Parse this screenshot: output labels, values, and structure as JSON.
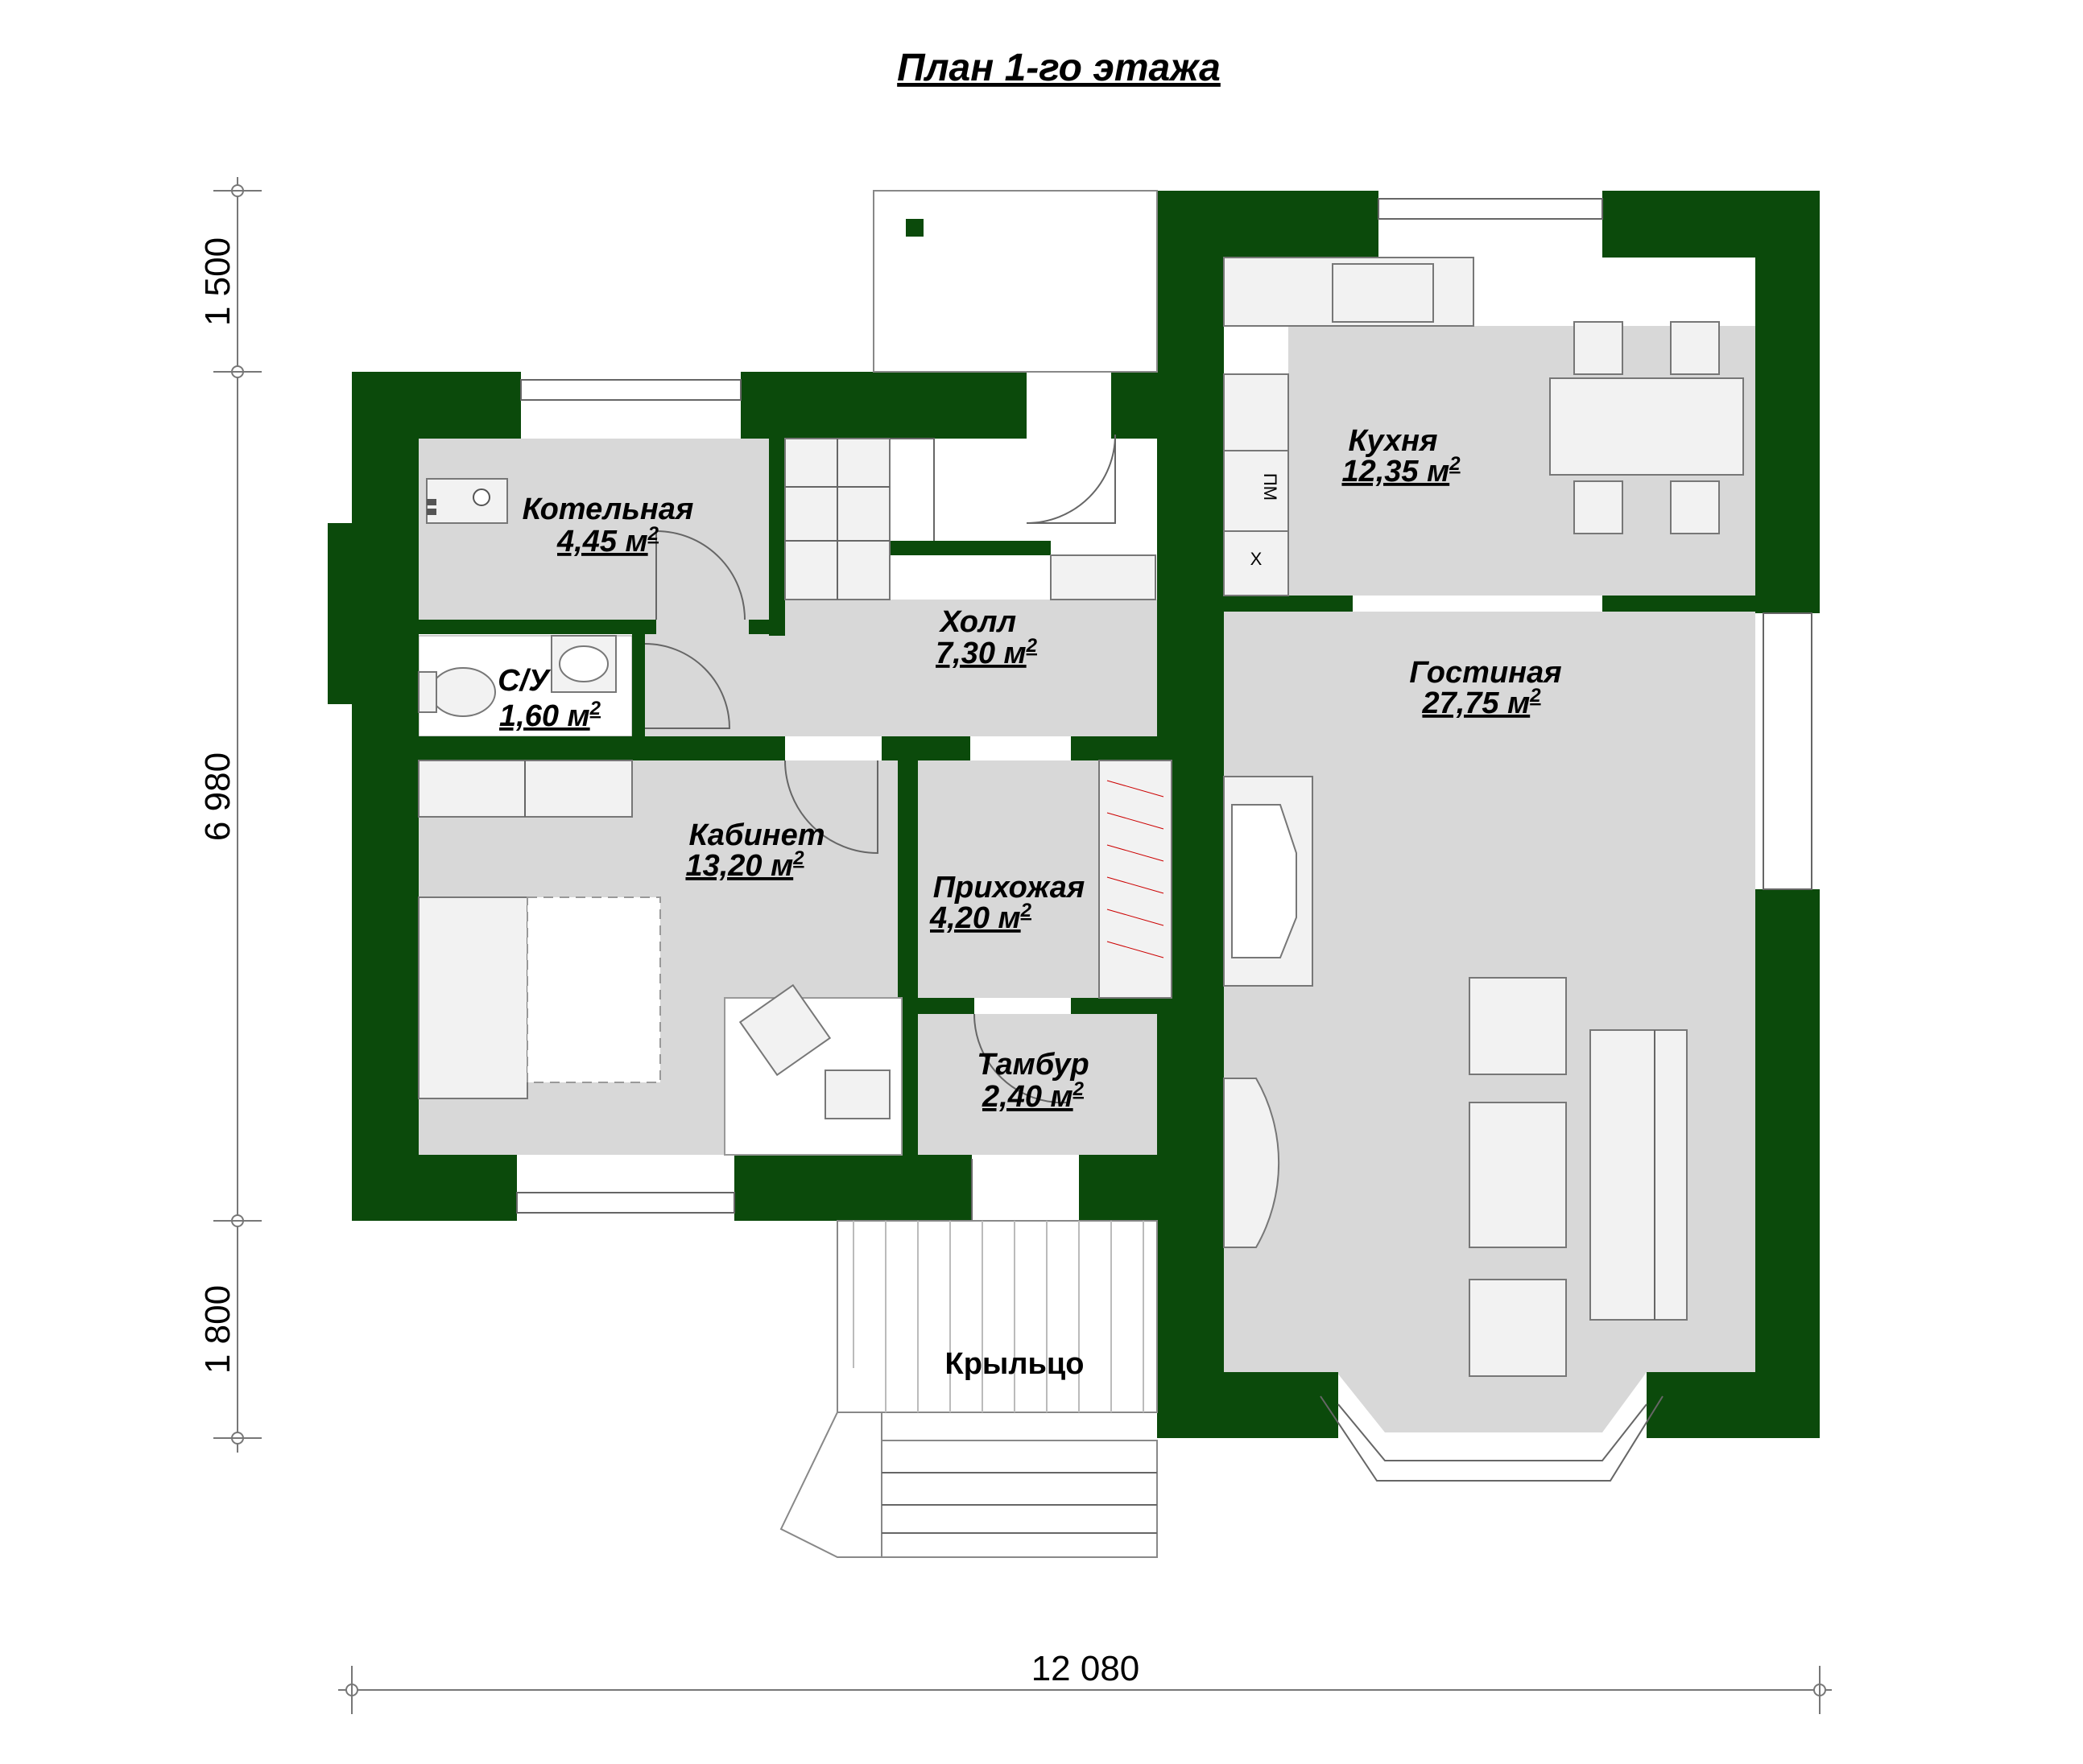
{
  "title": "План 1-го этажа",
  "rooms": {
    "boiler": {
      "name": "Котельная",
      "area": "4,45 м",
      "sup": "2"
    },
    "wc": {
      "name": "С/У",
      "area": "1,60 м",
      "sup": "2"
    },
    "hall": {
      "name": "Холл",
      "area": "7,30 м",
      "sup": "2"
    },
    "kitchen": {
      "name": "Кухня",
      "area": "12,35 м",
      "sup": "2"
    },
    "living": {
      "name": "Гостиная",
      "area": "27,75 м",
      "sup": "2"
    },
    "study": {
      "name": "Кабинет",
      "area": "13,20 м",
      "sup": "2"
    },
    "entry": {
      "name": "Прихожая",
      "area": "4,20 м",
      "sup": "2"
    },
    "vestibule": {
      "name": "Тамбур",
      "area": "2,40 м",
      "sup": "2"
    },
    "porch": {
      "name": "Крыльцо"
    }
  },
  "kitchen_marks": {
    "dishwasher": "ПМ",
    "fridge": "Х"
  },
  "dimensions": {
    "left_top": "1 500",
    "left_mid": "6 980",
    "left_bottom": "1 800",
    "bottom": "12 080"
  },
  "colors": {
    "wall": "#0b4a0b",
    "floor": "#d8d8d8",
    "ink": "#000000"
  }
}
